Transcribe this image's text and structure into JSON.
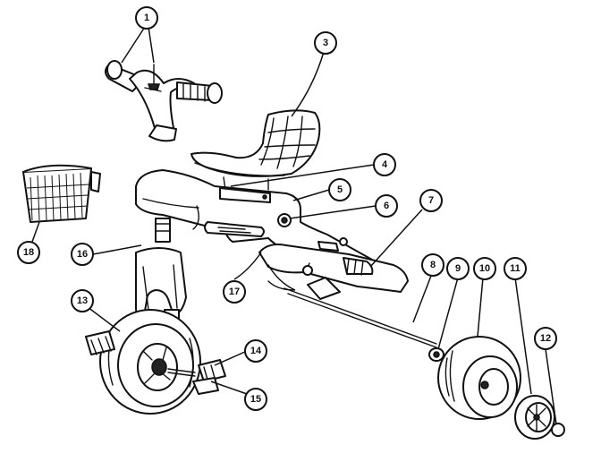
{
  "diagram": {
    "callouts": [
      {
        "id": "1"
      },
      {
        "id": "3"
      },
      {
        "id": "4"
      },
      {
        "id": "5"
      },
      {
        "id": "6"
      },
      {
        "id": "7"
      },
      {
        "id": "8"
      },
      {
        "id": "9"
      },
      {
        "id": "10"
      },
      {
        "id": "11"
      },
      {
        "id": "12"
      },
      {
        "id": "13"
      },
      {
        "id": "14"
      },
      {
        "id": "15"
      },
      {
        "id": "16"
      },
      {
        "id": "17"
      },
      {
        "id": "18"
      }
    ]
  }
}
